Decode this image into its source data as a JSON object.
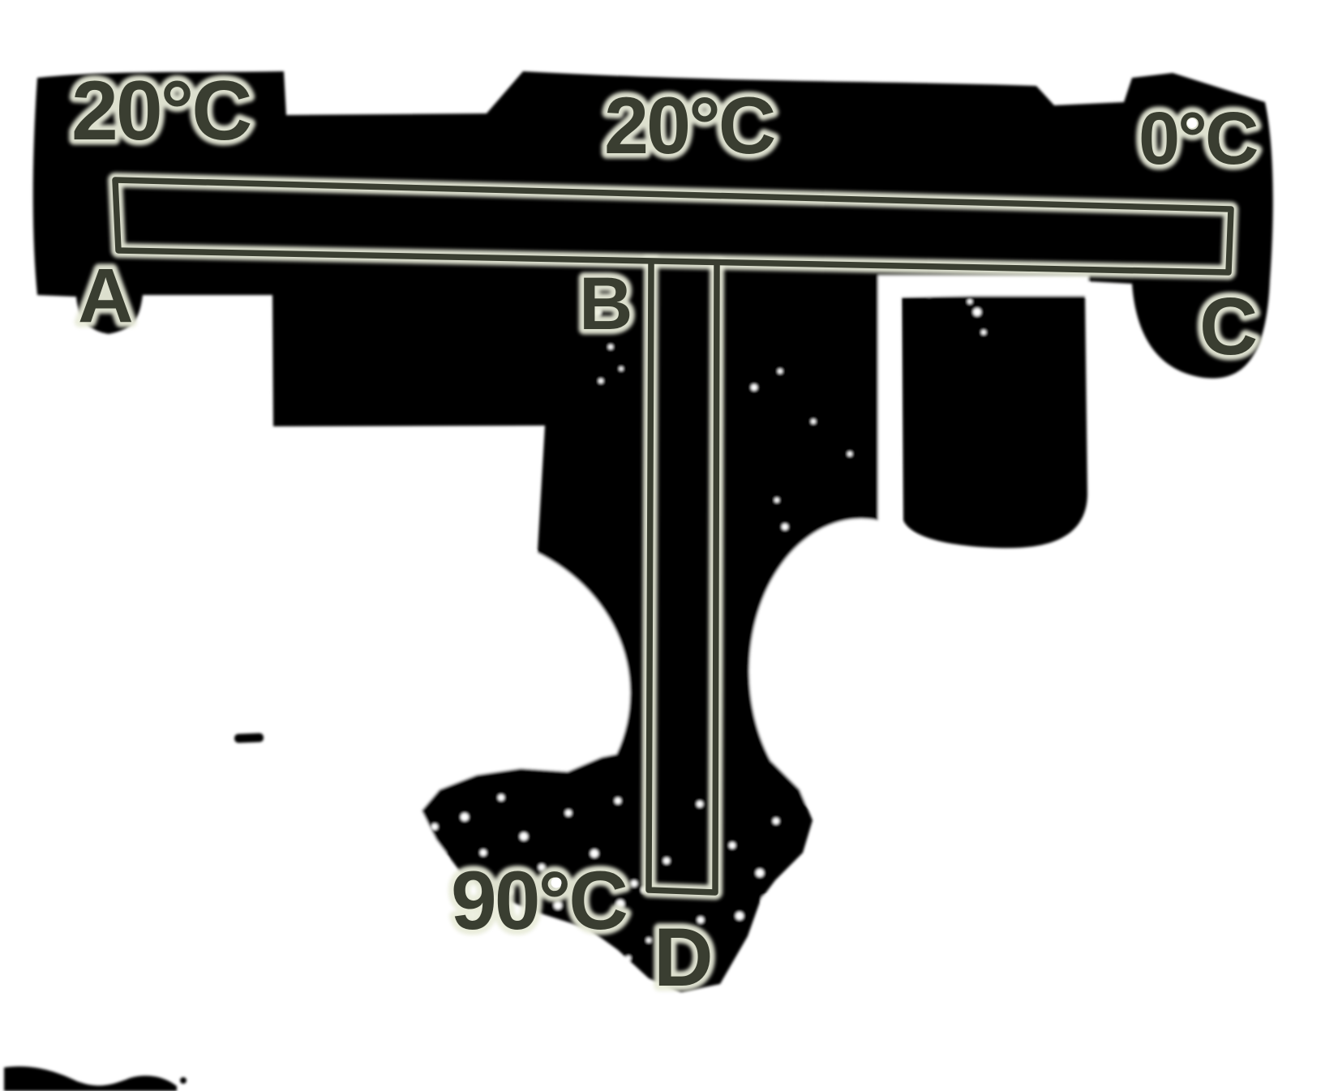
{
  "page": {
    "background": "#ffffff",
    "ink_color": "#050505",
    "stroke_color": "#3a3e31",
    "halo_color": "#e9ecda"
  },
  "labels": {
    "temp_top_left": "20°C",
    "temp_top_middle": "20°C",
    "temp_top_right": "0°C",
    "temp_bottom": "90°C",
    "point_a": "A",
    "point_b": "B",
    "point_c": "C",
    "point_d": "D"
  }
}
